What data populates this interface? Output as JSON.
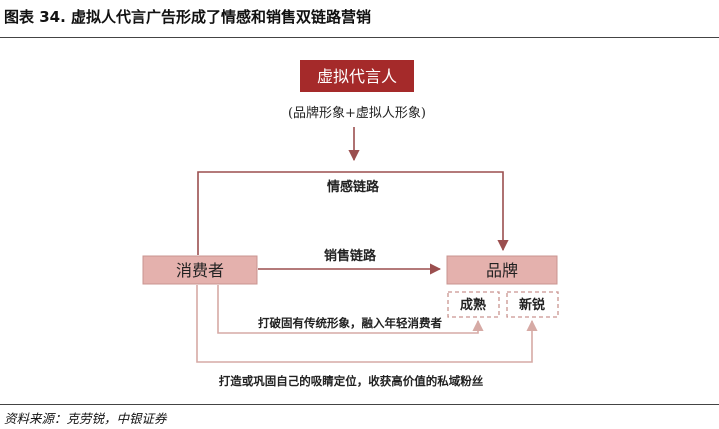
{
  "figure": {
    "title": "图表 34. 虚拟人代言广告形成了情感和销售双链路营销",
    "source": "资料来源：克劳锐，中银证券"
  },
  "diagram": {
    "nodes": {
      "virtual_spokesperson": "虚拟代言人",
      "image_note": "(品牌形象+虚拟人形象)",
      "consumer": "消费者",
      "brand": "品牌",
      "mature": "成熟",
      "fresh": "新锐"
    },
    "edges": {
      "emotion_link": "情感链路",
      "sales_link": "销售链路",
      "break_image": "打破固有传统形象，融入年轻消费者",
      "build_position": "打造或巩固自己的吸睛定位，收获高价值的私域粉丝"
    },
    "colors": {
      "dark_red": "#a52a2a",
      "pink_fill": "#e4b1ad",
      "pink_stroke": "#c99490",
      "arrow_dark": "#9b4f4f",
      "arrow_light": "#d6aaa5"
    }
  }
}
